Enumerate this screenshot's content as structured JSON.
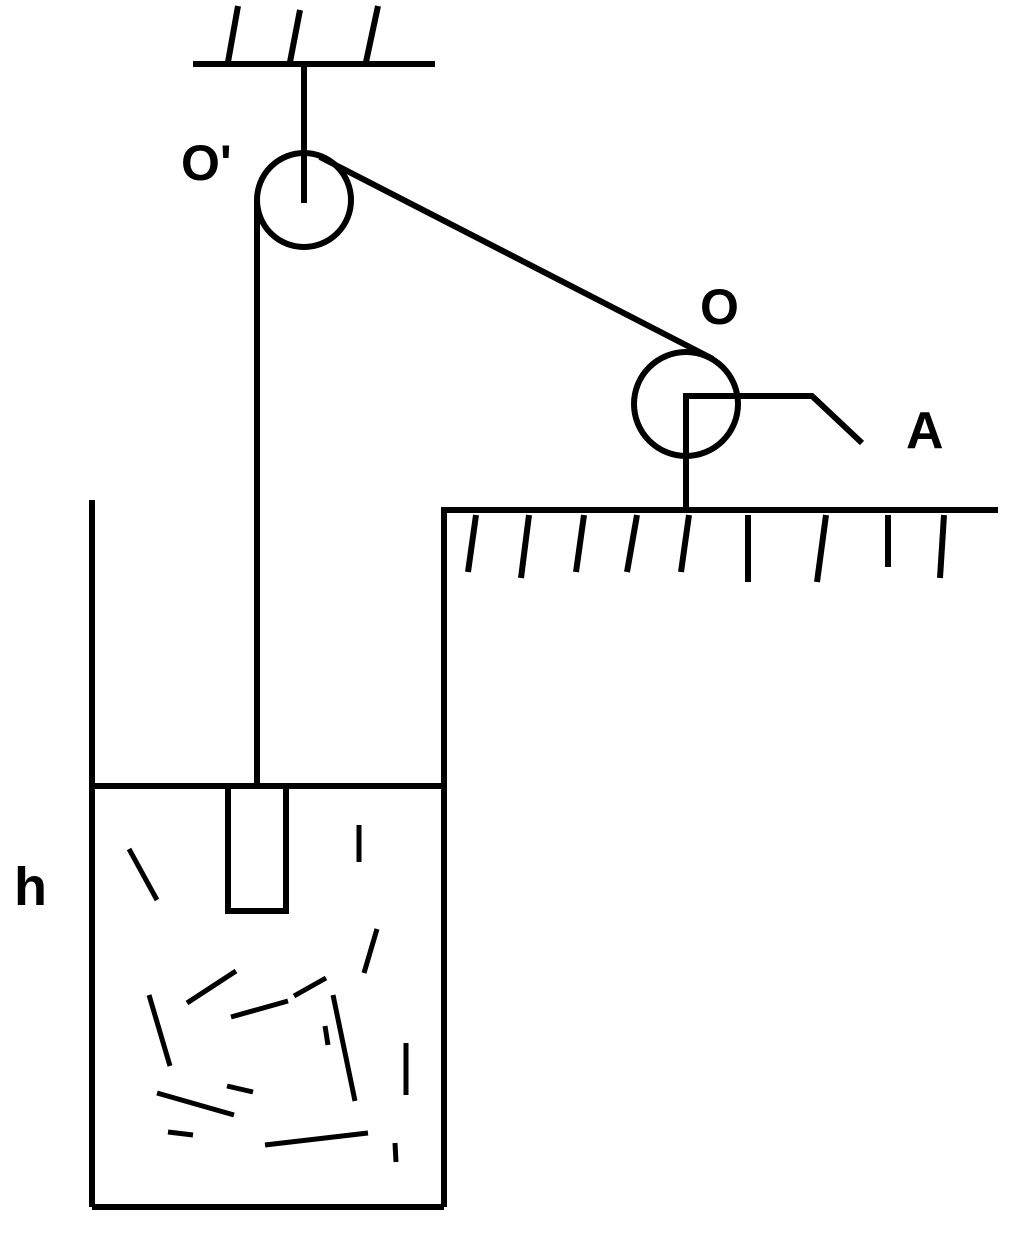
{
  "labels": {
    "fixed_pulley": "O'",
    "moving_pulley": "O",
    "handle_end": "A",
    "water_depth": "h"
  },
  "colors": {
    "ink": "#000000",
    "background": "#ffffff"
  }
}
